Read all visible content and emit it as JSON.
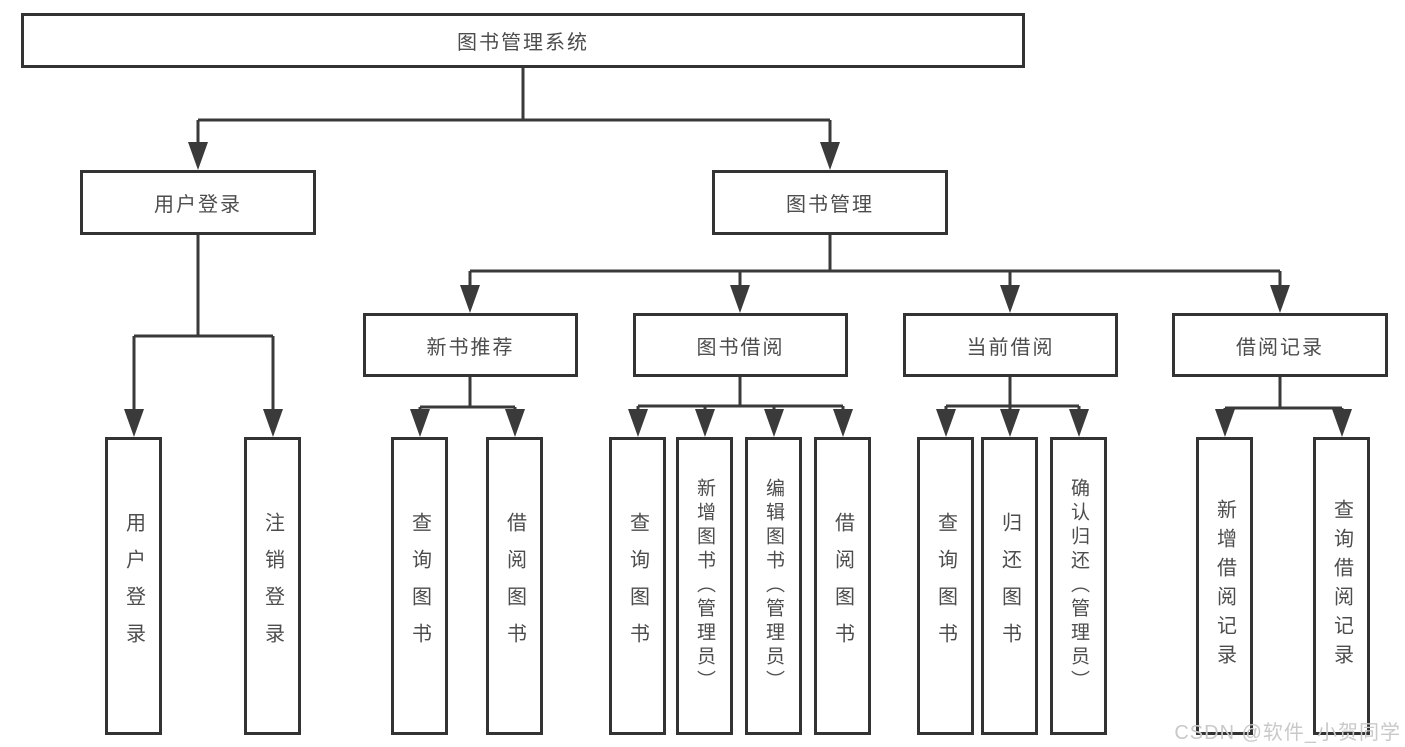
{
  "diagram": {
    "root": "图书管理系统",
    "branches": [
      {
        "label": "用户登录",
        "leaves": [
          "用户登录",
          "注销登录"
        ]
      },
      {
        "label": "图书管理",
        "groups": [
          {
            "label": "新书推荐",
            "leaves": [
              "查询图书",
              "借阅图书"
            ]
          },
          {
            "label": "图书借阅",
            "leaves": [
              "查询图书",
              "新增图书（管理员）",
              "编辑图书（管理员）",
              "借阅图书"
            ]
          },
          {
            "label": "当前借阅",
            "leaves": [
              "查询图书",
              "归还图书",
              "确认归还（管理员）"
            ]
          },
          {
            "label": "借阅记录",
            "leaves": [
              "新增借阅记录",
              "查询借阅记录"
            ]
          }
        ]
      }
    ]
  },
  "watermark": "CSDN @软件_小贺同学",
  "colors": {
    "line": "#3a3a3a",
    "box_border": "#333333",
    "text": "#4d4d4d",
    "watermark": "#c9c9c9",
    "background": "#ffffff"
  }
}
